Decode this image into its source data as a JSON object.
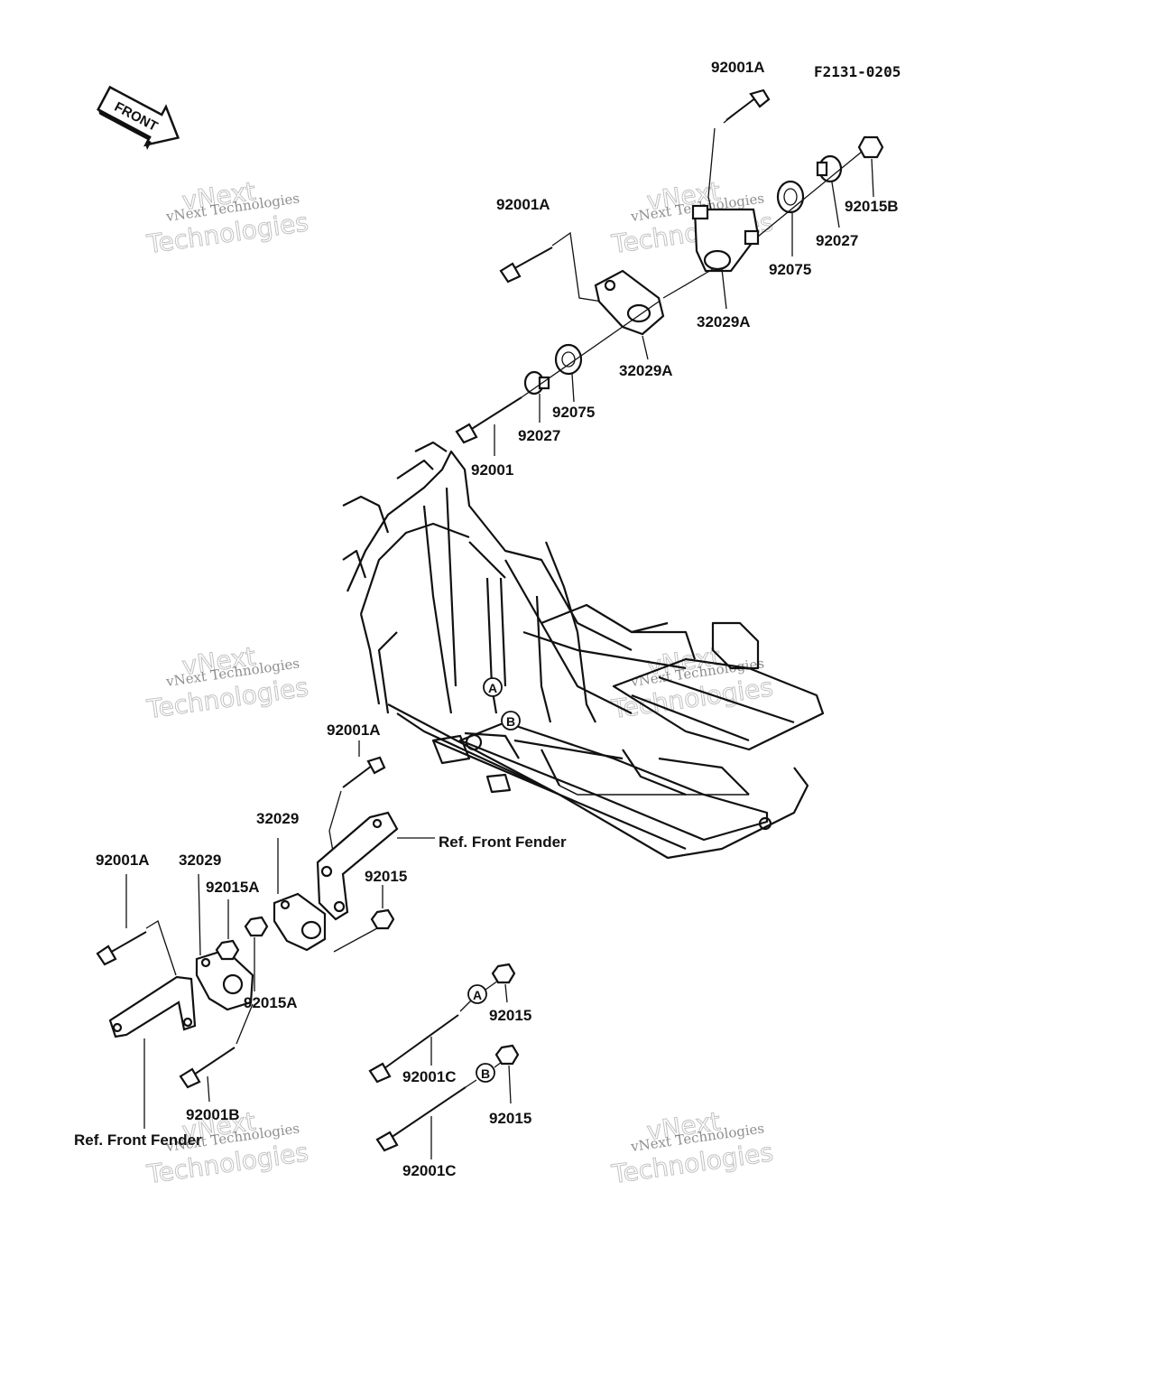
{
  "drawing_code": "F2131-0205",
  "front_arrow": "FRONT",
  "labels": {
    "p1": "92001A",
    "p2": "92001A",
    "p3": "32029A",
    "p4": "32029A",
    "p5": "92075",
    "p6": "92027",
    "p7": "92015B",
    "p8": "92075",
    "p9": "92027",
    "p10": "92001",
    "p11": "92001A",
    "p12": "32029",
    "p13": "92015",
    "p14": "92001A",
    "p15": "32029",
    "p16": "92015A",
    "p17": "92015A",
    "p18": "92001B",
    "p19": "92015",
    "p20": "92001C",
    "p21": "92015",
    "p22": "92001C"
  },
  "refs": {
    "r1": "Ref. Front Fender",
    "r2": "Ref. Front Fender"
  },
  "markers": {
    "a": "A",
    "b": "B"
  },
  "watermark": {
    "line1": "vNext Technologies",
    "line2": "vNext",
    "line3": "Technologies"
  }
}
